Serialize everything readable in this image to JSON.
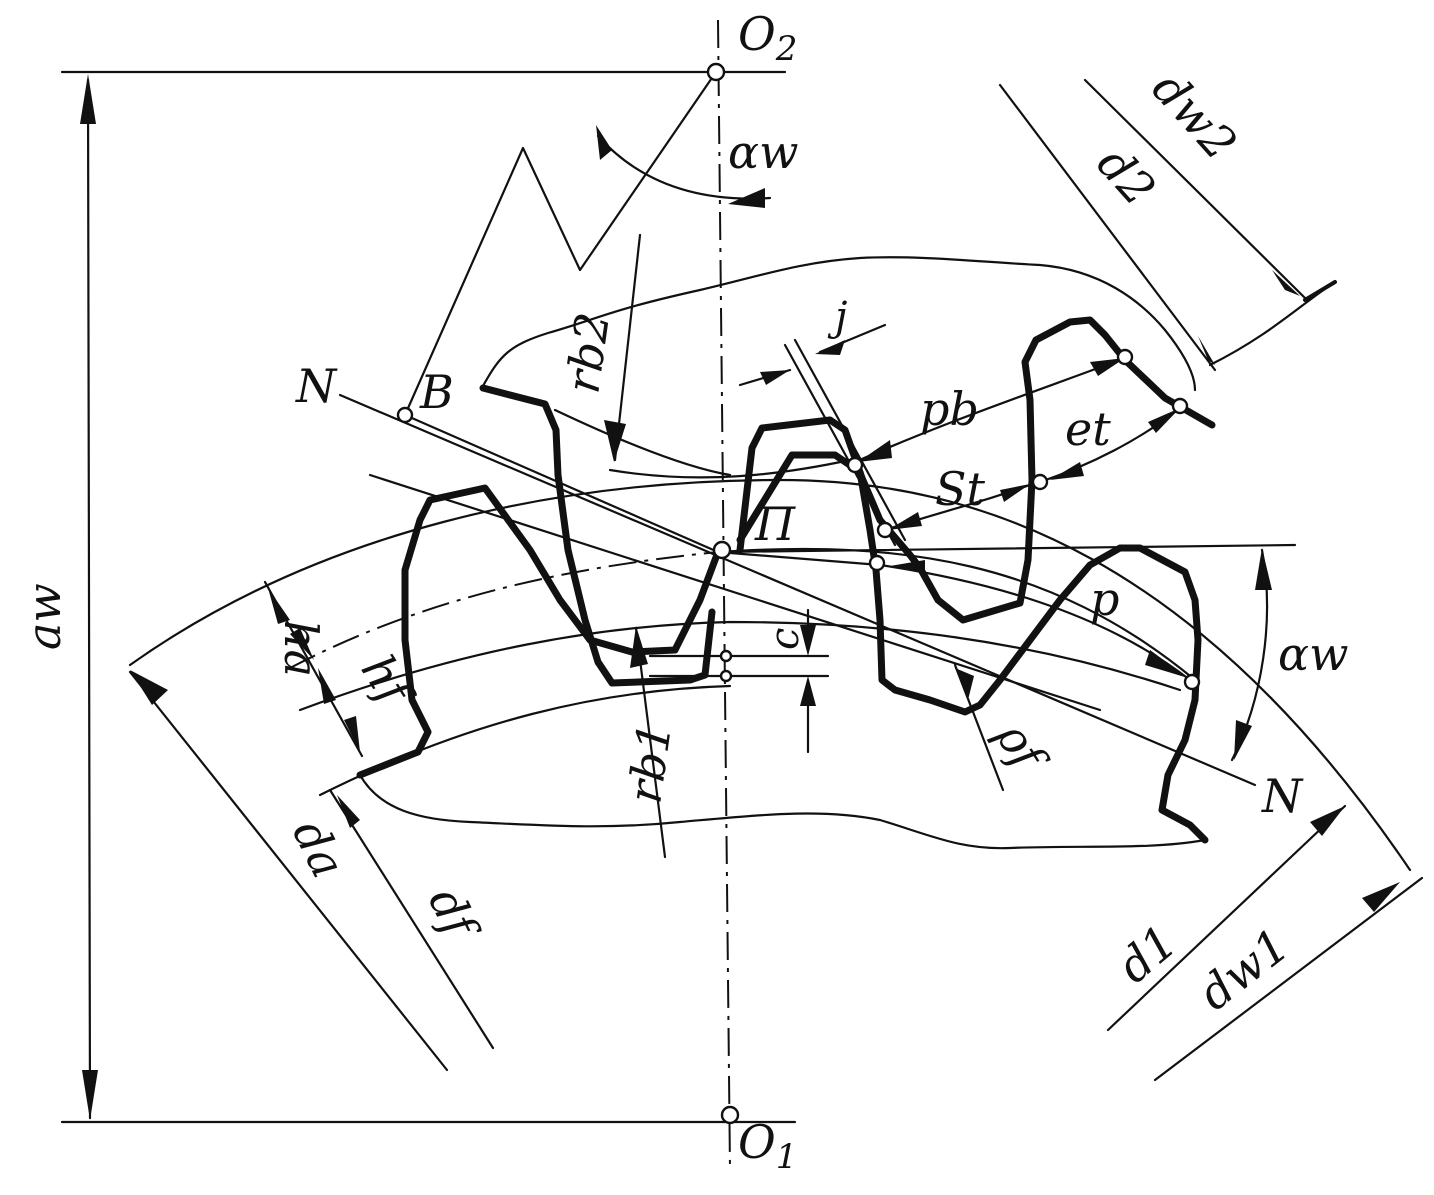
{
  "labels": {
    "o2": "O",
    "o2_sub": "2",
    "o1": "O",
    "o1_sub": "1",
    "alpha_w_top": "αw",
    "alpha_w_right": "αw",
    "a_w": "aw",
    "d_w2": "dw2",
    "d_2": "d2",
    "r_b2": "rb2",
    "r_b1": "rb1",
    "j": "j",
    "n_left": "N",
    "n_right": "N",
    "b": "B",
    "p_b": "pb",
    "e_t": "et",
    "s_t": "St",
    "pi": "П",
    "p": "p",
    "c": "c",
    "h_a": "ha",
    "h_f": "hf",
    "rho_f": "ρf",
    "d_a": "da",
    "d_f": "df",
    "d_1": "d1",
    "d_w1": "dw1"
  }
}
